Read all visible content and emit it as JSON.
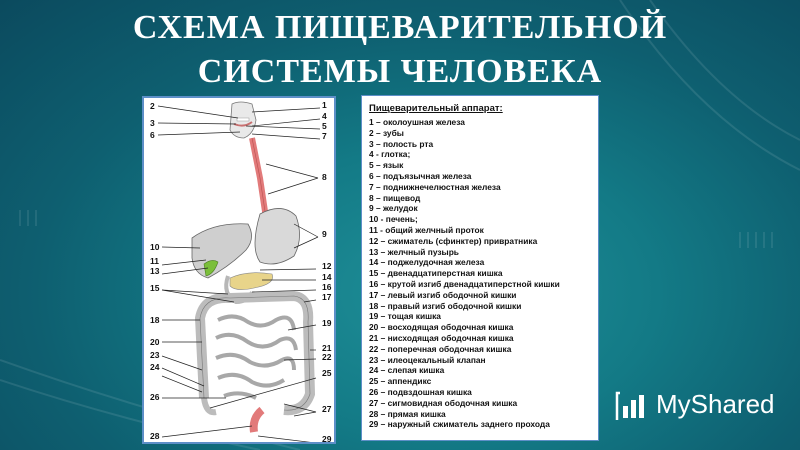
{
  "title": {
    "line1": "СХЕМА ПИЩЕВАРИТЕЛЬНОЙ",
    "line2": "СИСТЕМЫ ЧЕЛОВЕКА"
  },
  "figure": {
    "numbers_left": [
      "2",
      "3",
      "6",
      "10",
      "11",
      "13",
      "15",
      "18",
      "20",
      "23",
      "24",
      "26",
      "28"
    ],
    "numbers_right": [
      "1",
      "4",
      "5",
      "7",
      "8",
      "9",
      "12",
      "14",
      "16",
      "17",
      "19",
      "21",
      "22",
      "25",
      "27",
      "29"
    ]
  },
  "legend": {
    "heading": "Пищеварительный аппарат:",
    "items": [
      "1 – околоушная железа",
      "2 – зубы",
      "3 – полость рта",
      "4 - глотка;",
      "5 – язык",
      "6 – подъязычная железа",
      "7 – поднижнечелюстная железа",
      "8 – пищевод",
      "9 – желудок",
      "10 - печень;",
      "11 - общий желчный проток",
      "12 – сжиматель (сфинктер) привратника",
      "13 – желчный пузырь",
      "14 – поджелудочная железа",
      "15 – двенадцатиперстная кишка",
      "16 – крутой изгиб двенадцатиперстной кишки",
      "17 – левый изгиб ободочной кишки",
      "18 – правый изгиб ободочной кишки",
      "19 – тощая кишка",
      "20 – восходящая ободочная кишка",
      "21 – нисходящая ободочная кишка",
      "22 – поперечная ободочная кишка",
      "23 – илеоцекальный клапан",
      "24 – слепая кишка",
      "25 – аппендикс",
      "26 – подвздошная кишка",
      "27 – сигмовидная ободочная кишка",
      "28 – прямая кишка",
      "29 – наружный сжиматель заднего прохода"
    ]
  },
  "brand": {
    "name": "MyShared",
    "icon": "bar-chart-icon",
    "color": "#ffffff"
  },
  "colors": {
    "background": "#137a86",
    "panel_border": "#5d8fc8",
    "esophagus": "#e27a7a",
    "gallbladder": "#7bbf3a"
  }
}
